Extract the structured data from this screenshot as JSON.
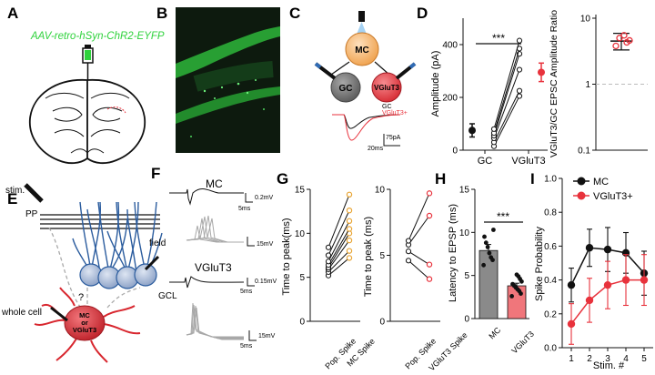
{
  "colors": {
    "green": "#2fd23c",
    "black": "#111111",
    "red": "#e8323c",
    "orange": "#e8a534",
    "gc_fill": "#7a7a7a",
    "vglut_fill": "#ee4d55",
    "mc_fill": "#f6b46a",
    "neuron_blue": "#2b5c9e",
    "soma_blue": "#b9c7df",
    "gray": "#9a9a9a"
  },
  "panel_labels": {
    "A": "A",
    "B": "B",
    "C": "C",
    "D": "D",
    "E": "E",
    "F": "F",
    "G": "G",
    "H": "H",
    "I": "I"
  },
  "panelA": {
    "virus": "AAV-retro-hSyn-ChR2-EYFP"
  },
  "panelC": {
    "mc": "MC",
    "gc": "GC",
    "vglut3": "VGluT3",
    "legend_gc": "GC",
    "legend_vglut3": "VGluT3+",
    "scale_amp": "75pA",
    "scale_time": "20ms"
  },
  "panelE": {
    "stim": "stim.",
    "pp": "PP",
    "field": "field",
    "gcl": "GCL",
    "whole_cell": "whole cell",
    "cell_line1": "MC",
    "cell_line2": "or",
    "cell_line3": "VGluT3",
    "question": "?"
  },
  "panelF": {
    "mc_title": "MC",
    "vglut3_title": "VGluT3",
    "s1v": "0.2mV",
    "s1t": "5ms",
    "s2v": "15mV",
    "s3v": "0.15mV",
    "s3t": "5ms",
    "s4v": "15mV",
    "s4t": "5ms"
  },
  "chart_data": [
    {
      "id": "D-left",
      "type": "scatter",
      "ylabel": "Amplitude (pA)",
      "ylim": [
        0,
        500
      ],
      "yticks": [
        "0",
        "200",
        "400"
      ],
      "categories": [
        "GC",
        "VGluT3"
      ],
      "pairs": [
        [
          15,
          205
        ],
        [
          30,
          225
        ],
        [
          45,
          305
        ],
        [
          55,
          365
        ],
        [
          65,
          385
        ],
        [
          80,
          415
        ]
      ],
      "summary": [
        {
          "name": "GC",
          "mean": 75,
          "err": 25
        },
        {
          "name": "VGluT3",
          "mean": 295,
          "err": 35
        }
      ],
      "annotation": "***"
    },
    {
      "id": "D-right",
      "type": "scatter",
      "ylabel": "VGluT3/GC EPSC Amplitude Ratio",
      "scale": "log",
      "ylim": [
        0.1,
        10
      ],
      "yticks": [
        "10",
        "1",
        "0.1"
      ],
      "values": [
        3.8,
        4.3,
        5.0,
        5.5,
        4.6
      ],
      "mean": 4.5,
      "err_low": 3.3,
      "err_high": 5.9,
      "reference_line": 1
    },
    {
      "id": "G-left",
      "type": "scatter",
      "ylabel": "Time to peak(ms)",
      "ylim": [
        0,
        15
      ],
      "yticks": [
        "0",
        "5",
        "10",
        "15"
      ],
      "categories": [
        "Pop. Spike",
        "MC Spike"
      ],
      "pairs": [
        [
          5.2,
          7.2
        ],
        [
          5.6,
          8.0
        ],
        [
          5.9,
          9.2
        ],
        [
          6.1,
          10.0
        ],
        [
          6.4,
          10.5
        ],
        [
          6.8,
          11.4
        ],
        [
          7.5,
          12.6
        ],
        [
          8.4,
          14.4
        ]
      ]
    },
    {
      "id": "G-right",
      "type": "scatter",
      "ylabel": "Time to peak (ms)",
      "ylim": [
        0,
        10
      ],
      "yticks": [
        "0",
        "5",
        "10"
      ],
      "categories": [
        "Pop. Spike",
        "VGluT3 Spike"
      ],
      "pairs": [
        [
          4.6,
          3.2
        ],
        [
          5.3,
          4.3
        ],
        [
          5.8,
          8.0
        ],
        [
          6.1,
          9.7
        ]
      ]
    },
    {
      "id": "H",
      "type": "bar",
      "ylabel": "Latency to EPSP (ms)",
      "ylim": [
        0,
        15
      ],
      "yticks": [
        "0",
        "5",
        "10",
        "15"
      ],
      "categories": [
        "MC",
        "VGluT3"
      ],
      "values": [
        7.9,
        3.8
      ],
      "errors": [
        0.7,
        0.3
      ],
      "points": [
        [
          6.2,
          6.8,
          7.1,
          7.6,
          8.3,
          8.8,
          9.5,
          10.3
        ],
        [
          2.6,
          2.9,
          3.2,
          3.4,
          3.6,
          3.8,
          4.0,
          4.3,
          4.6,
          4.9,
          5.1
        ]
      ],
      "annotation": "***"
    },
    {
      "id": "I",
      "type": "line",
      "ylabel": "Spike Probability",
      "xlabel": "Stim. #",
      "ylim": [
        0,
        1
      ],
      "yticks": [
        "0.0",
        "0.2",
        "0.4",
        "0.6",
        "0.8",
        "1.0"
      ],
      "x": [
        1,
        2,
        3,
        4,
        5
      ],
      "series": [
        {
          "name": "MC",
          "values": [
            0.37,
            0.59,
            0.58,
            0.56,
            0.44
          ],
          "errors": [
            0.1,
            0.11,
            0.13,
            0.12,
            0.13
          ]
        },
        {
          "name": "VGluT3+",
          "values": [
            0.14,
            0.28,
            0.37,
            0.4,
            0.4
          ],
          "errors": [
            0.12,
            0.13,
            0.14,
            0.15,
            0.15
          ]
        }
      ]
    }
  ]
}
